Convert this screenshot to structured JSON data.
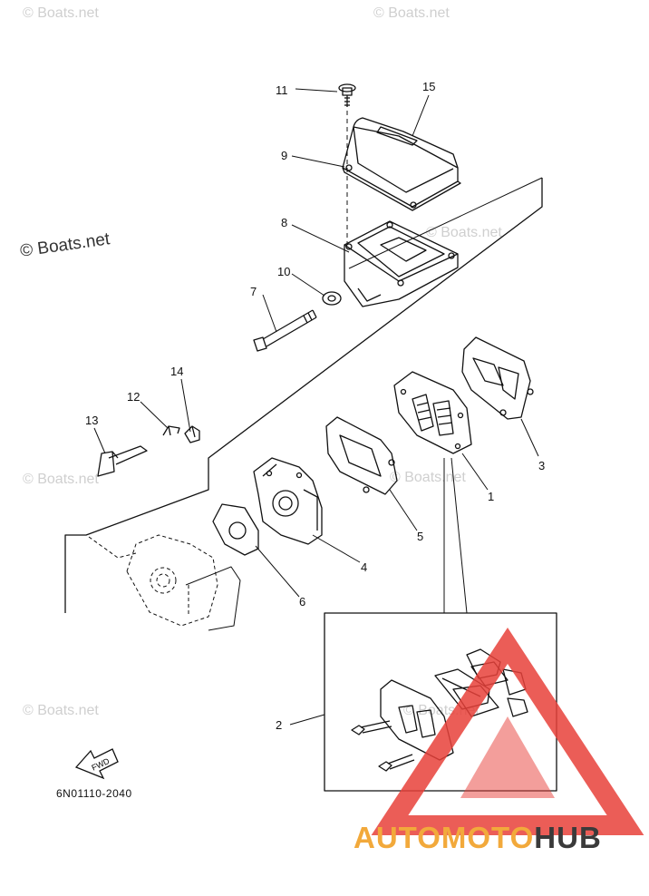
{
  "watermarks": [
    "© Boats.net",
    "© Boats.net",
    "© Boats.net",
    "© Boats.net",
    "© Boats.net",
    "© Boats.net",
    "© Boats.net"
  ],
  "watermark_main": "© Boats.net",
  "callouts": {
    "c1": "1",
    "c2": "2",
    "c3": "3",
    "c4": "4",
    "c5": "5",
    "c6": "6",
    "c7": "7",
    "c8": "8",
    "c9": "9",
    "c10": "10",
    "c11": "11",
    "c12": "12",
    "c13": "13",
    "c14": "14",
    "c15": "15"
  },
  "fwd_label": "FWD",
  "diagram_code": "6N01110-2040",
  "brand": {
    "part1": "AUTOMOTO",
    "part2": "HUB"
  },
  "colors": {
    "line": "#111111",
    "watermark": "#cfcfcf",
    "brand_orange": "#f2a93b",
    "brand_red": "#e8413a",
    "brand_dark": "#3a3a3a"
  }
}
